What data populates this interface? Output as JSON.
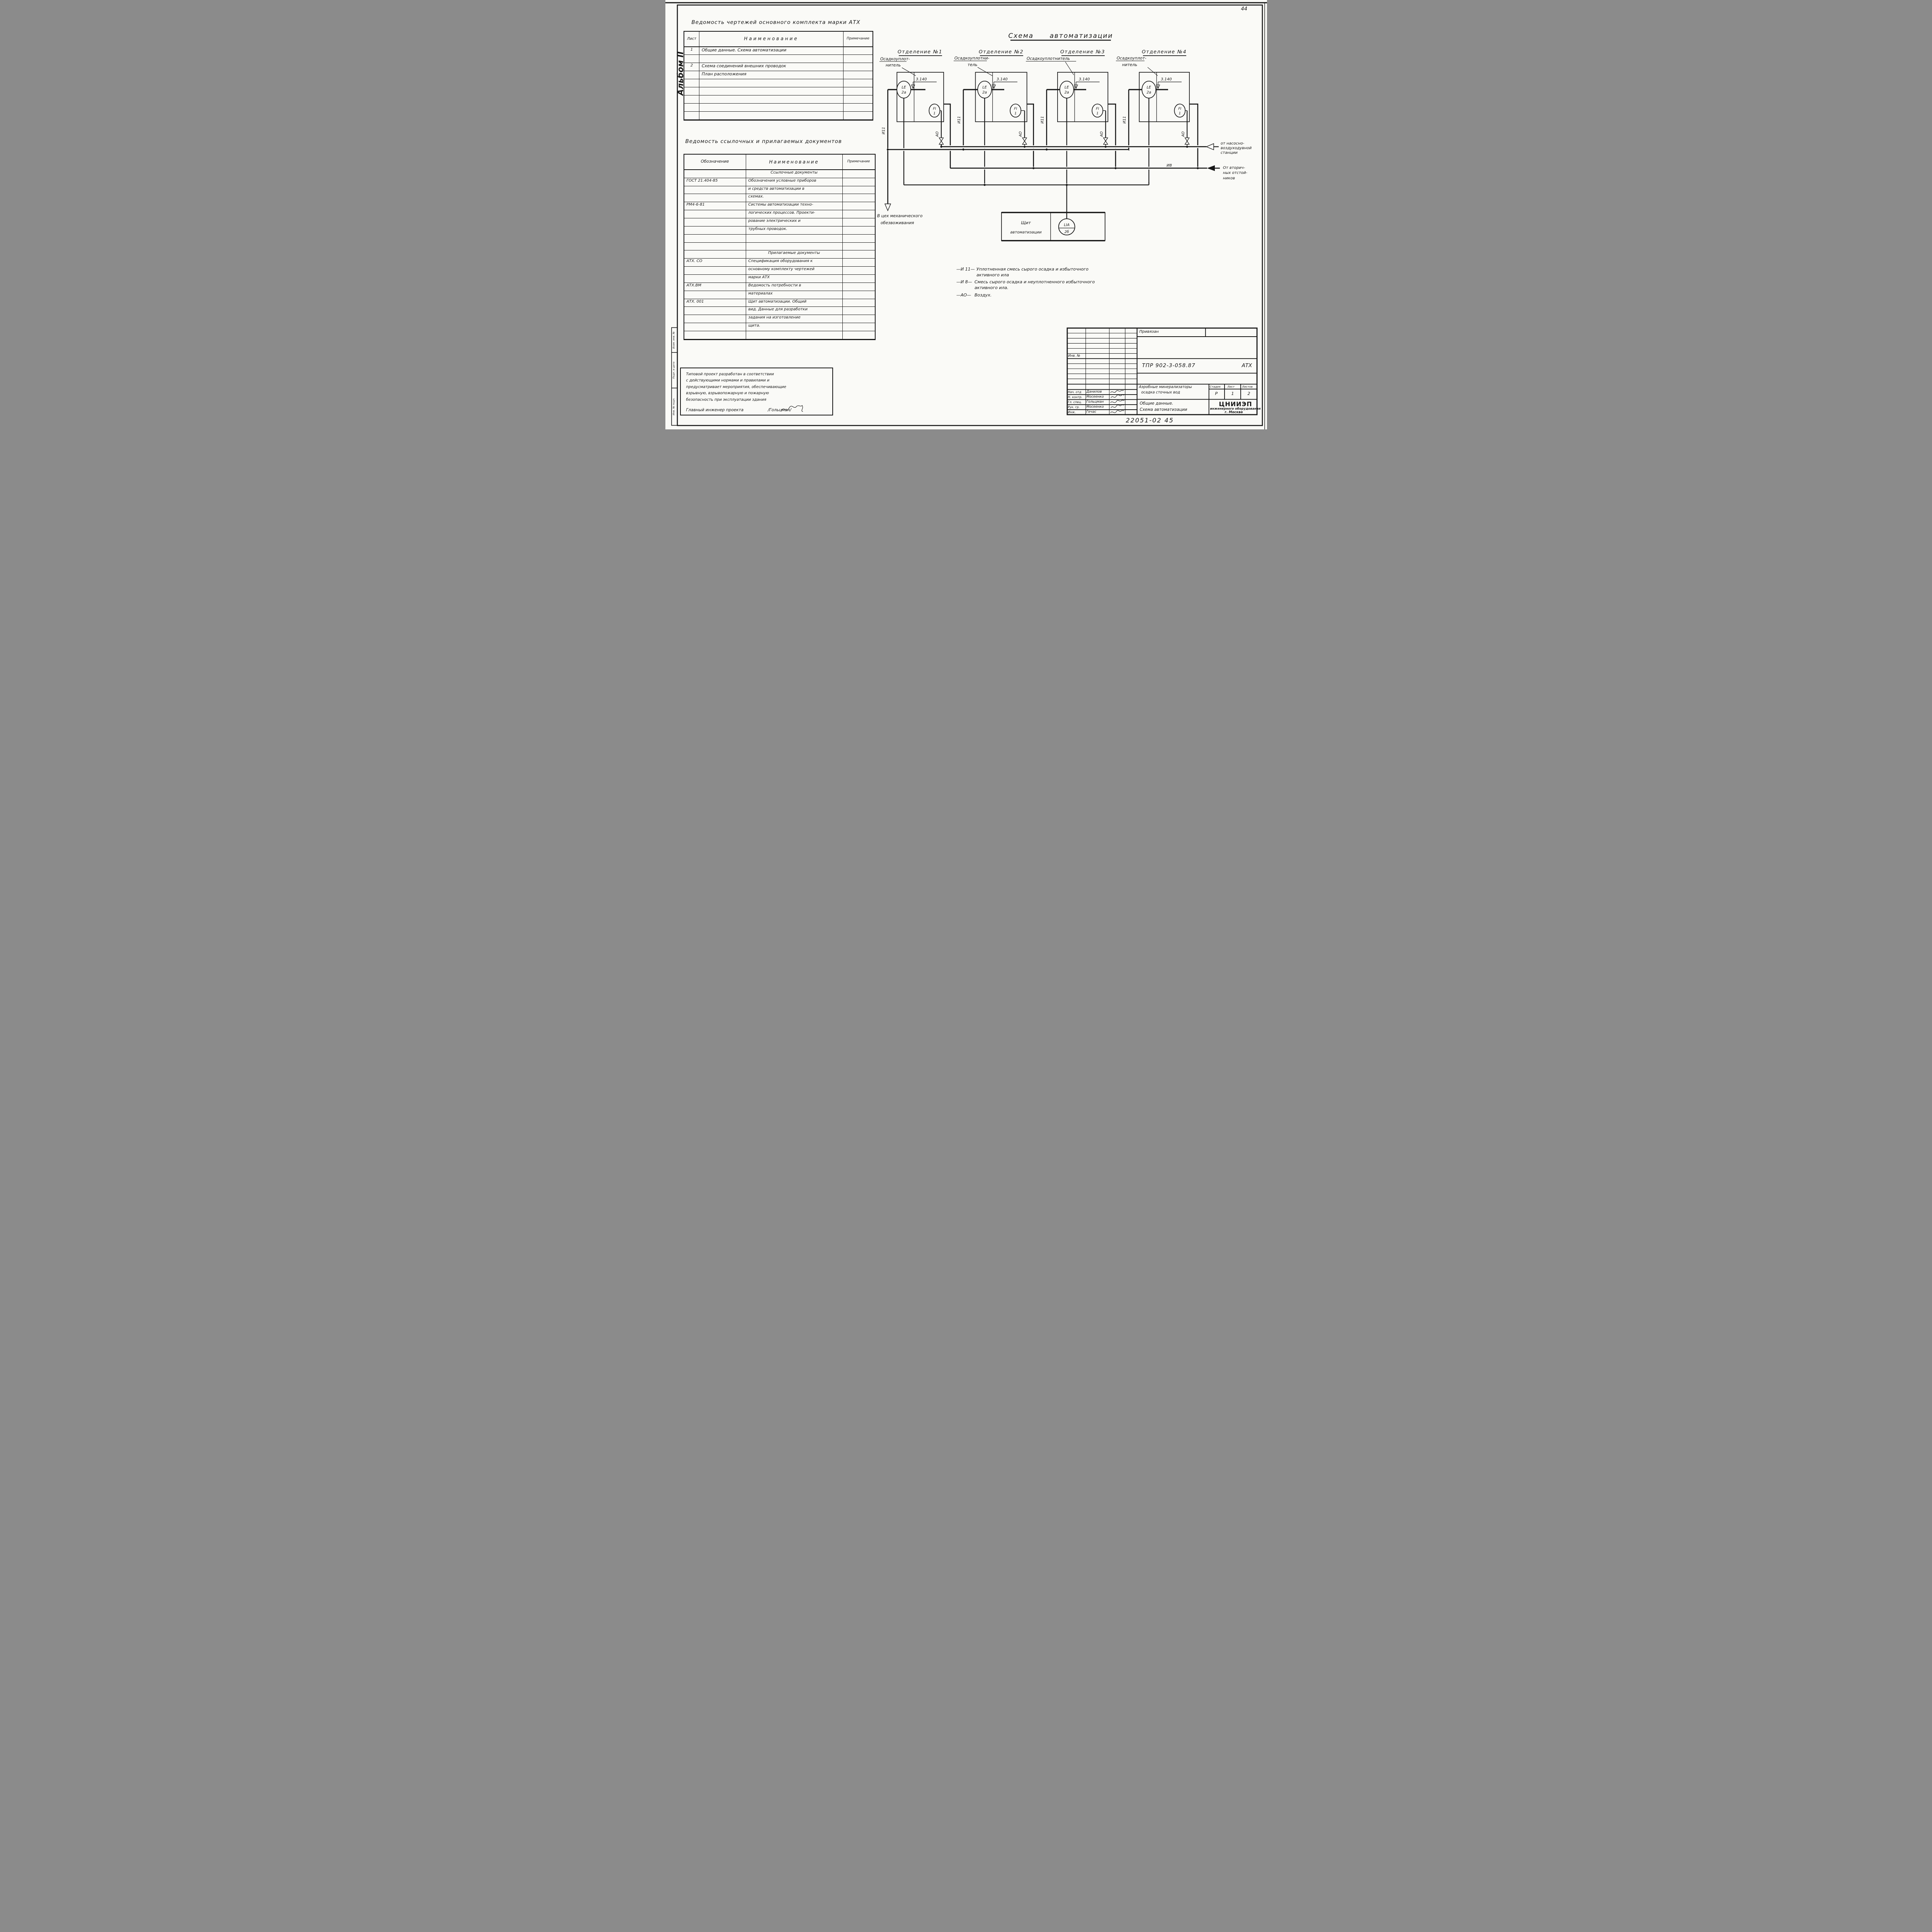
{
  "sheet": {
    "page_number_top_right": "44",
    "album_label": "Альбом II",
    "bottom_code": "22051-02  45"
  },
  "drawings_table": {
    "title": "Ведомость чертежей основного комплекта марки АТХ",
    "col_sheet": "Лист",
    "col_name": "Наименование",
    "col_note": "Примечание",
    "rows": [
      {
        "sheet": "1",
        "name": "Общие данные. Схема автоматизации"
      },
      {
        "sheet": "",
        "name": ""
      },
      {
        "sheet": "2",
        "name": "Схема соединений внешних проводок"
      },
      {
        "sheet": "",
        "name": "План расположения"
      },
      {
        "sheet": "",
        "name": ""
      },
      {
        "sheet": "",
        "name": ""
      },
      {
        "sheet": "",
        "name": ""
      },
      {
        "sheet": "",
        "name": ""
      },
      {
        "sheet": "",
        "name": ""
      }
    ]
  },
  "refs_table": {
    "title": "Ведомость ссылочных и прилагаемых документов",
    "col_code": "Обозначение",
    "col_name": "Наименование",
    "col_note": "Примечание",
    "rows": [
      {
        "code": "",
        "name": "Ссылочные документы"
      },
      {
        "code": "ГОСТ 21.404-85",
        "name": "Обозначения условные приборов"
      },
      {
        "code": "",
        "name": "и средств автоматизации в"
      },
      {
        "code": "",
        "name": "схемах."
      },
      {
        "code": "РМ4-6-81",
        "name": "Системы автоматизации техно-"
      },
      {
        "code": "",
        "name": "логических процессов. Проекти-"
      },
      {
        "code": "",
        "name": "рование электрических и"
      },
      {
        "code": "",
        "name": "трубных проводок."
      },
      {
        "code": "",
        "name": ""
      },
      {
        "code": "",
        "name": ""
      },
      {
        "code": "",
        "name": "Прилагаемые документы"
      },
      {
        "code": "АТХ. СО",
        "name": "Спецификация оборудования к"
      },
      {
        "code": "",
        "name": "основному комплекту чертежей"
      },
      {
        "code": "",
        "name": "марки АТХ"
      },
      {
        "code": "АТХ.ВМ",
        "name": "Ведомость потребности в"
      },
      {
        "code": "",
        "name": "материалах"
      },
      {
        "code": "АТХ. 001",
        "name": "Щит автоматизации. Общий"
      },
      {
        "code": "",
        "name": "вид. Данные для разработки"
      },
      {
        "code": "",
        "name": "задания на изготовление"
      },
      {
        "code": "",
        "name": "щита."
      },
      {
        "code": "",
        "name": ""
      }
    ]
  },
  "note": {
    "lines": [
      "Типовой проект разработан в соответствии",
      "с действующими нормами и правилами и",
      "предусматривает мероприятия, обеспечивающие",
      "взрывную, взрывопожарную и пожарную",
      "безопасность при эксплуатации здания"
    ],
    "signature_role": "Главный инженер проекта",
    "signature_name": "/Гольцман/"
  },
  "schema": {
    "title": "Схема автоматизации",
    "sections": [
      {
        "title": "Отделение №1",
        "equip_line1": "Осадкоуплот-",
        "equip_line2": "нитель",
        "elevation": "3.140",
        "le_top": "LE",
        "le_bottom": "2a",
        "fi_top": "FI",
        "fi_bottom": "1"
      },
      {
        "title": "Отделение №2",
        "equip_line1": "Осадкоуплотни-",
        "equip_line2": "тель",
        "elevation": "3.140",
        "le_top": "LE",
        "le_bottom": "2a",
        "fi_top": "FI",
        "fi_bottom": "1"
      },
      {
        "title": "Отделение №3",
        "equip_line1": "Осадкоуплотнитель",
        "equip_line2": "",
        "elevation": "3.140",
        "le_top": "LE",
        "le_bottom": "2a",
        "fi_top": "FI",
        "fi_bottom": "1"
      },
      {
        "title": "Отделение №4",
        "equip_line1": "Осадкоуплот-",
        "equip_line2": "нитель",
        "elevation": "3.140",
        "le_top": "LE",
        "le_bottom": "2a",
        "fi_top": "FI",
        "fi_bottom": "1"
      }
    ],
    "pipe_labels": {
      "i11": "И11",
      "i8": "И8",
      "ao": "АО"
    },
    "dest_dewatering_line1": "В цех механического",
    "dest_dewatering_line2": "обезвоживания",
    "src_blower_line1": "от насосно-",
    "src_blower_line2": "воздуходувной",
    "src_blower_line3": "станции",
    "src_clarifiers_line1": "От вторич-",
    "src_clarifiers_line2": "ных отстой-",
    "src_clarifiers_line3": "ников",
    "panel": {
      "line1": "Щит",
      "line2": "автоматизации",
      "tag_top": "LIA",
      "tag_bottom": "2б"
    },
    "legend": [
      {
        "tag": "—И 11—",
        "line1": "Уплотненная смесь сырого осадка и избыточного",
        "line2": "активного ила"
      },
      {
        "tag": "—И 8—",
        "line1": "Смесь сырого осадка и неуплотненного избыточного",
        "line2": "активного ила."
      },
      {
        "tag": "—АО—",
        "line1": "Воздух.",
        "line2": ""
      }
    ]
  },
  "title_block": {
    "binding": "Привязан",
    "inv_label": "Инв. №",
    "doc_number": "ТПР 902-3-058.87",
    "mark": "АТХ",
    "project_line1": "Аэробные минерализаторы",
    "project_line2": "осадка сточных вод",
    "sheet_title_line1": "Общие данные.",
    "sheet_title_line2": "Схема автоматизации",
    "stage_label": "Стадия",
    "sheet_label": "Лист",
    "sheets_label": "Листов",
    "stage": "Р",
    "sheet": "1",
    "sheets": "2",
    "org_line1": "ЦНИИЭП",
    "org_line2": "инженерного оборудования",
    "org_line3": "г. Москва",
    "signers": [
      {
        "role": "Нач. отд",
        "name": "Данилов"
      },
      {
        "role": "Н. контр.",
        "name": "Мосеенко"
      },
      {
        "role": "Гл. спец.",
        "name": "Гольцман"
      },
      {
        "role": "Рук. гр.",
        "name": "Мосеенко"
      },
      {
        "role": "Инж.",
        "name": "Гечас"
      }
    ]
  },
  "edge_stamp": {
    "label1": "Взам. инв. №",
    "label2": "Подп. и дата",
    "label3": "Инв. № подл."
  }
}
